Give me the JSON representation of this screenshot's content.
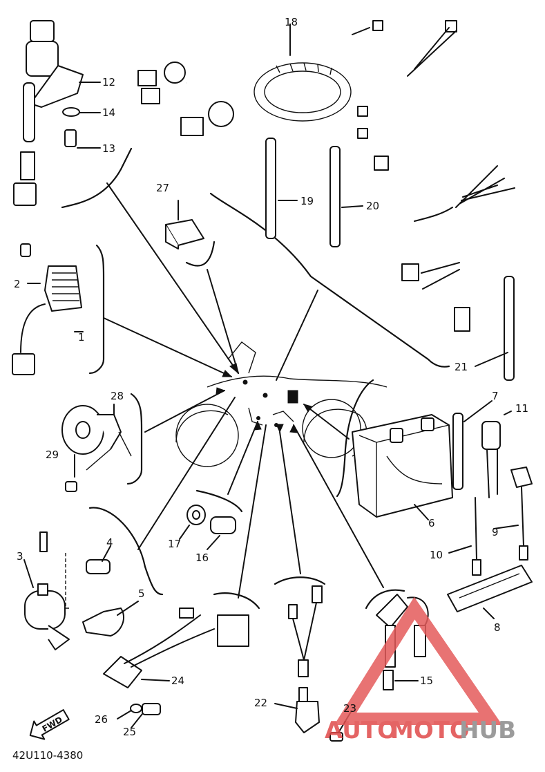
{
  "diagram": {
    "code": "42U110-4380",
    "fwd_label": "FWD",
    "watermark": {
      "part1": "AUTO",
      "part2": "MOTO",
      "part3": "HUB",
      "colors": {
        "red": "#e04a4a",
        "gray": "#8a8a8a",
        "triangle": "#e45a5a"
      }
    },
    "callouts": {
      "c1": "1",
      "c2": "2",
      "c3": "3",
      "c4": "4",
      "c5": "5",
      "c6": "6",
      "c7": "7",
      "c8": "8",
      "c9": "9",
      "c10": "10",
      "c11": "11",
      "c12": "12",
      "c13": "13",
      "c14": "14",
      "c15": "15",
      "c16": "16",
      "c17": "17",
      "c18": "18",
      "c19": "19",
      "c20": "20",
      "c21": "21",
      "c22": "22",
      "c23": "23",
      "c24": "24",
      "c25": "25",
      "c26": "26",
      "c27": "27",
      "c28": "28",
      "c29": "29"
    }
  }
}
